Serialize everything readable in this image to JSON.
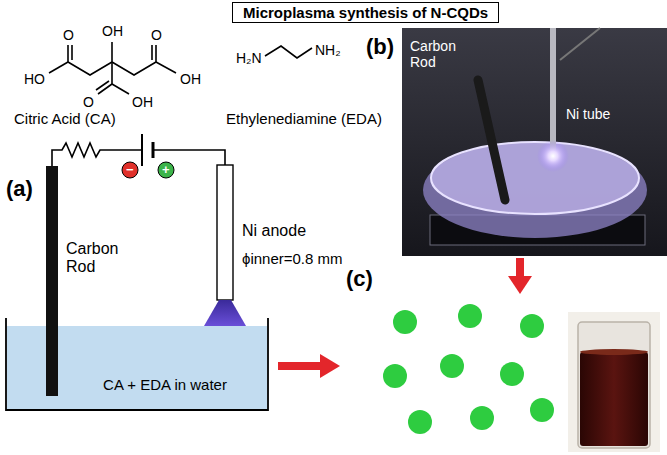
{
  "diagram": {
    "title": "Microplasma synthesis of N-CQDs",
    "nodes": [
      {
        "text": [
          "CA + EDA in water"
        ]
      }
    ],
    "labels": [
      "OH",
      "HO",
      "O",
      "OH",
      "O",
      "O",
      "OH",
      "H₂N",
      "NH₂",
      "Citric Acid (CA)",
      "Ethylenediamine (EDA)",
      "(b)",
      "Carbon Rod",
      "Ni tube",
      "(a)",
      "−",
      "+",
      "Carbon Rod",
      "Ni anode",
      "ϕinner=0.8 mm",
      "(c)"
    ]
  }
}
